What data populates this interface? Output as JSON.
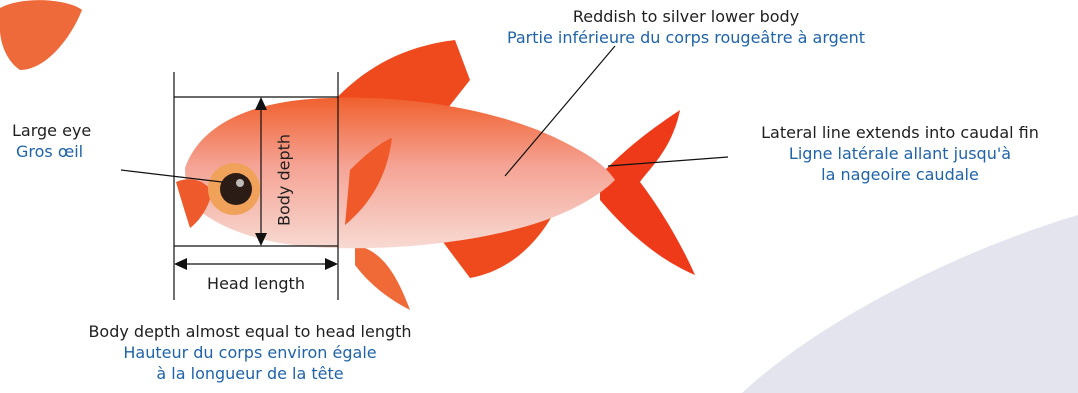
{
  "annotations": {
    "lower_body": {
      "en": "Reddish to silver lower body",
      "fr": "Partie inférieure du corps rougeâtre à argent"
    },
    "eye": {
      "en": "Large eye",
      "fr": "Gros œil"
    },
    "lateral_line": {
      "en": "Lateral line extends into caudal fin",
      "fr_line1": "Ligne latérale allant jusqu'à",
      "fr_line2": "la nageoire caudale"
    },
    "body_depth": {
      "en": "Body depth almost equal to head length",
      "fr_line1": "Hauteur du corps environ égale",
      "fr_line2": "à la longueur de la tête"
    }
  },
  "measurements": {
    "body_depth": "Body depth",
    "head_length": "Head length"
  },
  "colors": {
    "english_text": "#1f1f1f",
    "french_text": "#1f63a8",
    "fish_red": "#e8401c",
    "background_blob": "#e4e4ef"
  }
}
